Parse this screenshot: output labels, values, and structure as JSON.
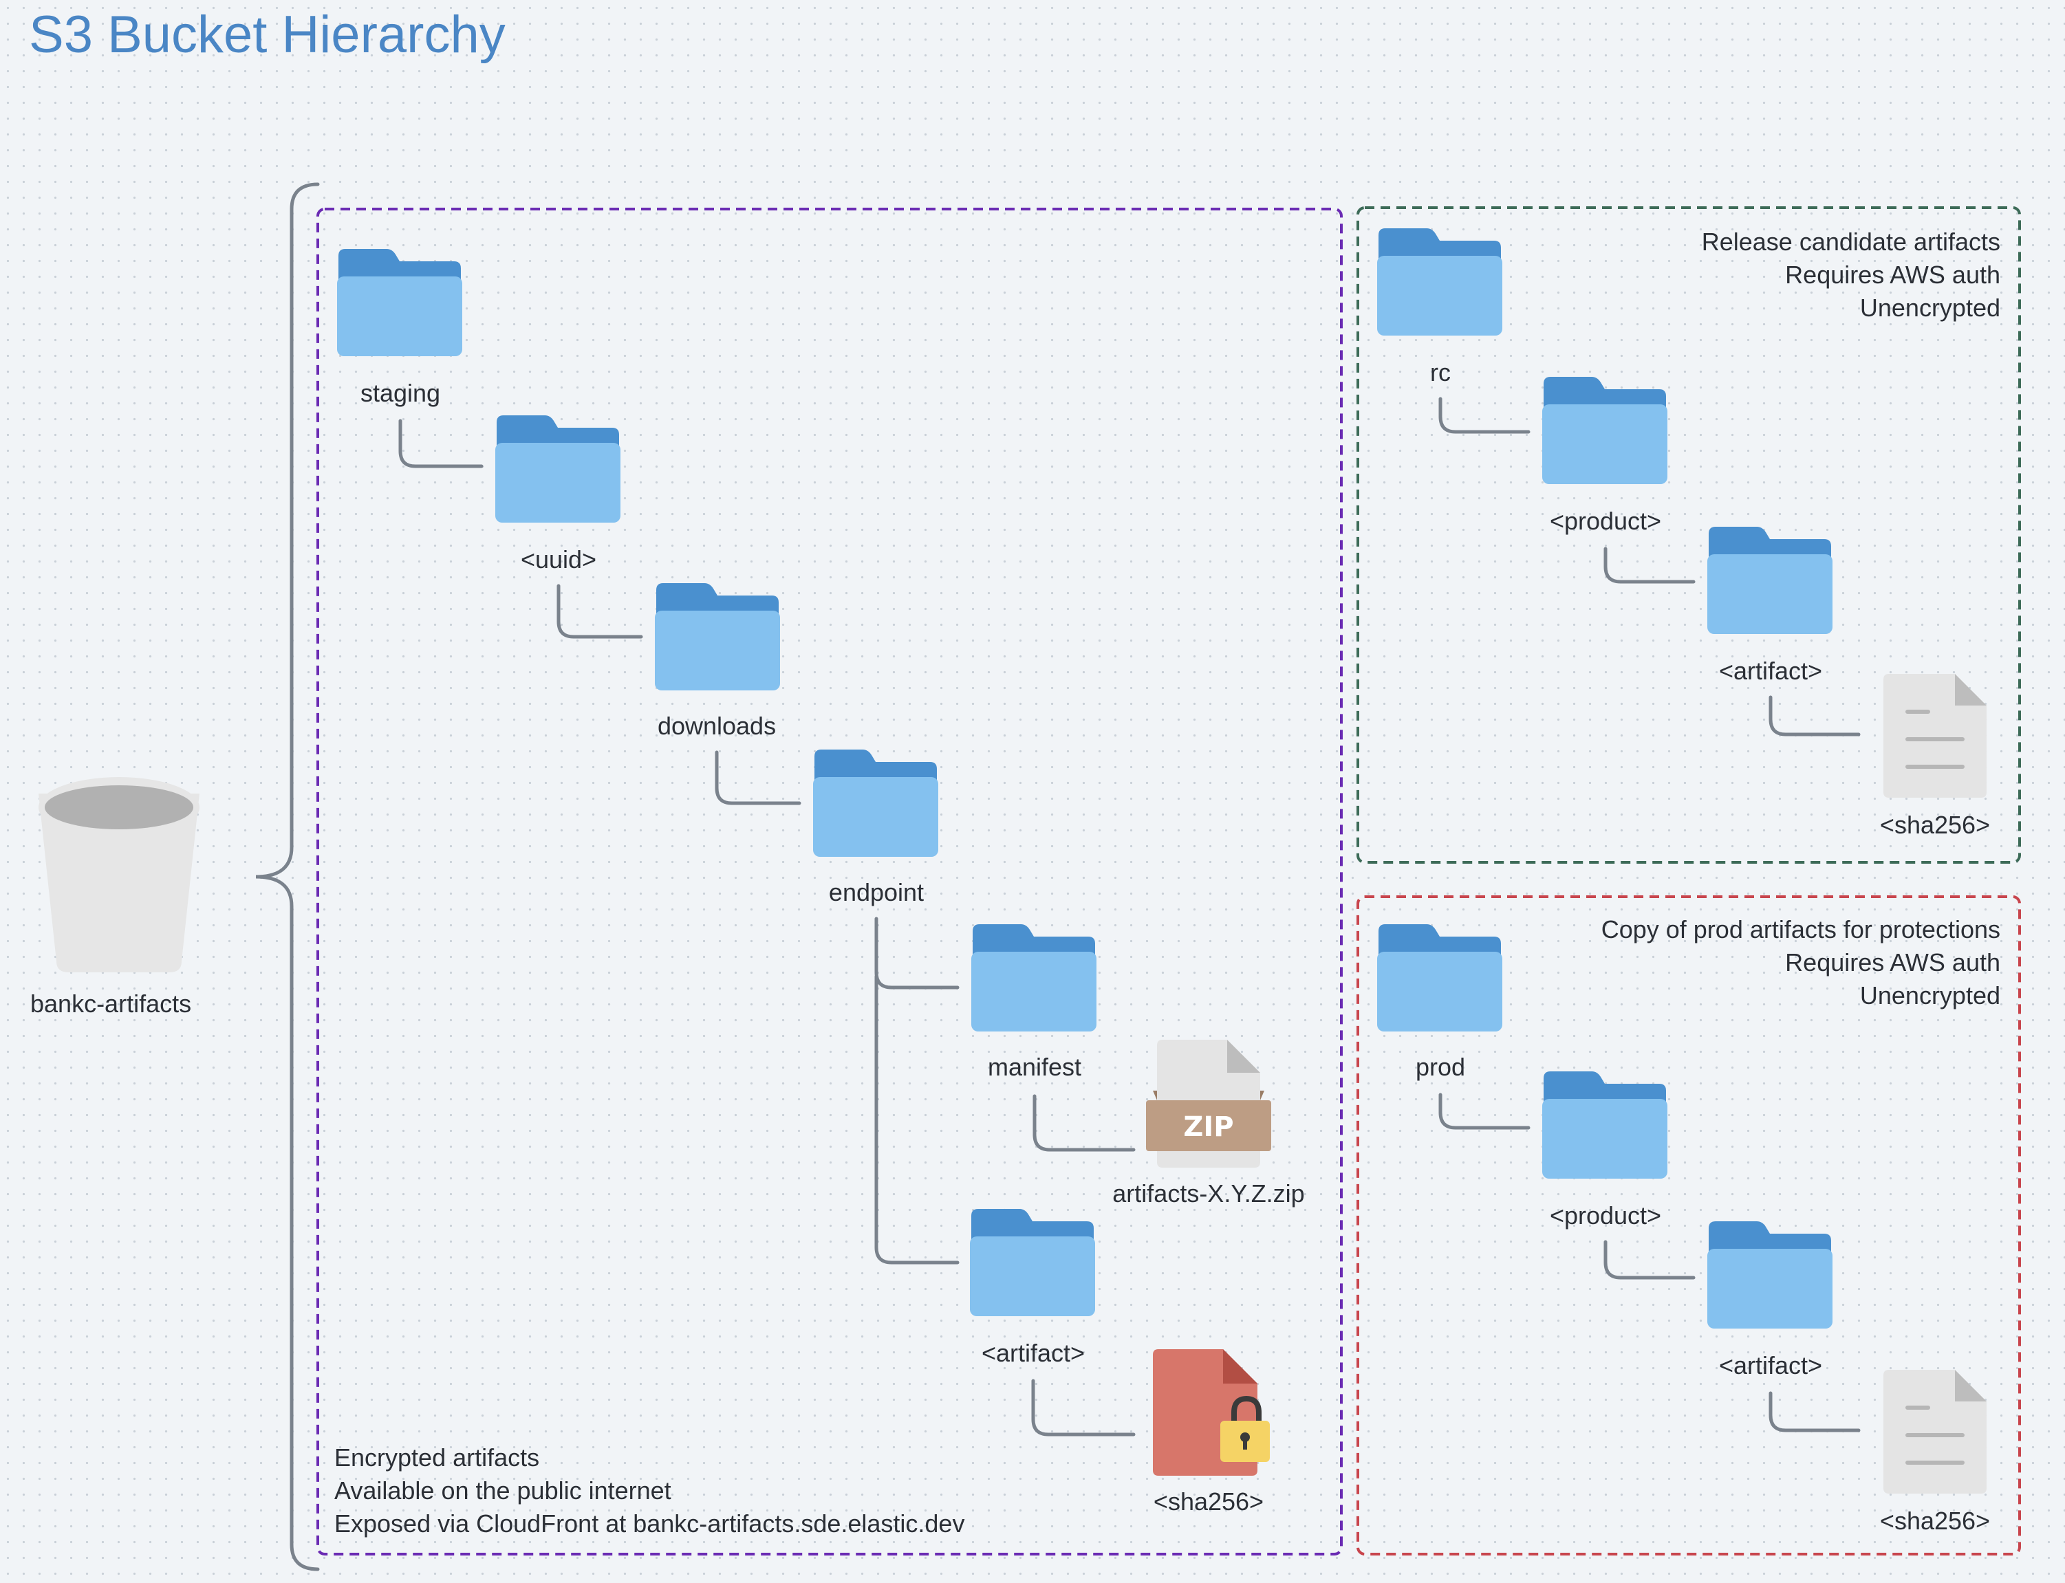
{
  "title": "S3 Bucket Hierarchy",
  "colors": {
    "folder_back": "#4a90cf",
    "folder_front": "#84c1ef",
    "connector": "#7a828c",
    "box_staging": "#6a2bb3",
    "box_rc": "#3d6b58",
    "box_prod": "#c8454d",
    "zip_band": "#bd9d84",
    "locked_file": "#d7766a",
    "lock": "#f5d365",
    "bucket": "#e6e6e6"
  },
  "bucket": {
    "label": "bankc-artifacts",
    "icon": "s3-bucket-icon"
  },
  "staging": {
    "folders": {
      "staging": "staging",
      "uuid": "<uuid>",
      "downloads": "downloads",
      "endpoint": "endpoint",
      "manifest": "manifest",
      "artifact": "<artifact>"
    },
    "files": {
      "zip": {
        "label": "artifacts-X.Y.Z.zip",
        "badge": "ZIP",
        "icon": "zip-file-icon"
      },
      "sha": {
        "label": "<sha256>",
        "icon": "locked-file-icon"
      }
    },
    "notes": [
      "Encrypted artifacts",
      "Available on the public internet",
      "Exposed via CloudFront at bankc-artifacts.sde.elastic.dev"
    ]
  },
  "rc": {
    "folders": {
      "root": "rc",
      "product": "<product>",
      "artifact": "<artifact>"
    },
    "file": {
      "label": "<sha256>",
      "icon": "document-icon"
    },
    "notes": [
      "Release candidate artifacts",
      "Requires AWS auth",
      "Unencrypted"
    ]
  },
  "prod": {
    "folders": {
      "root": "prod",
      "product": "<product>",
      "artifact": "<artifact>"
    },
    "file": {
      "label": "<sha256>",
      "icon": "document-icon"
    },
    "notes": [
      "Copy of prod artifacts for protections",
      "Requires AWS auth",
      "Unencrypted"
    ]
  }
}
